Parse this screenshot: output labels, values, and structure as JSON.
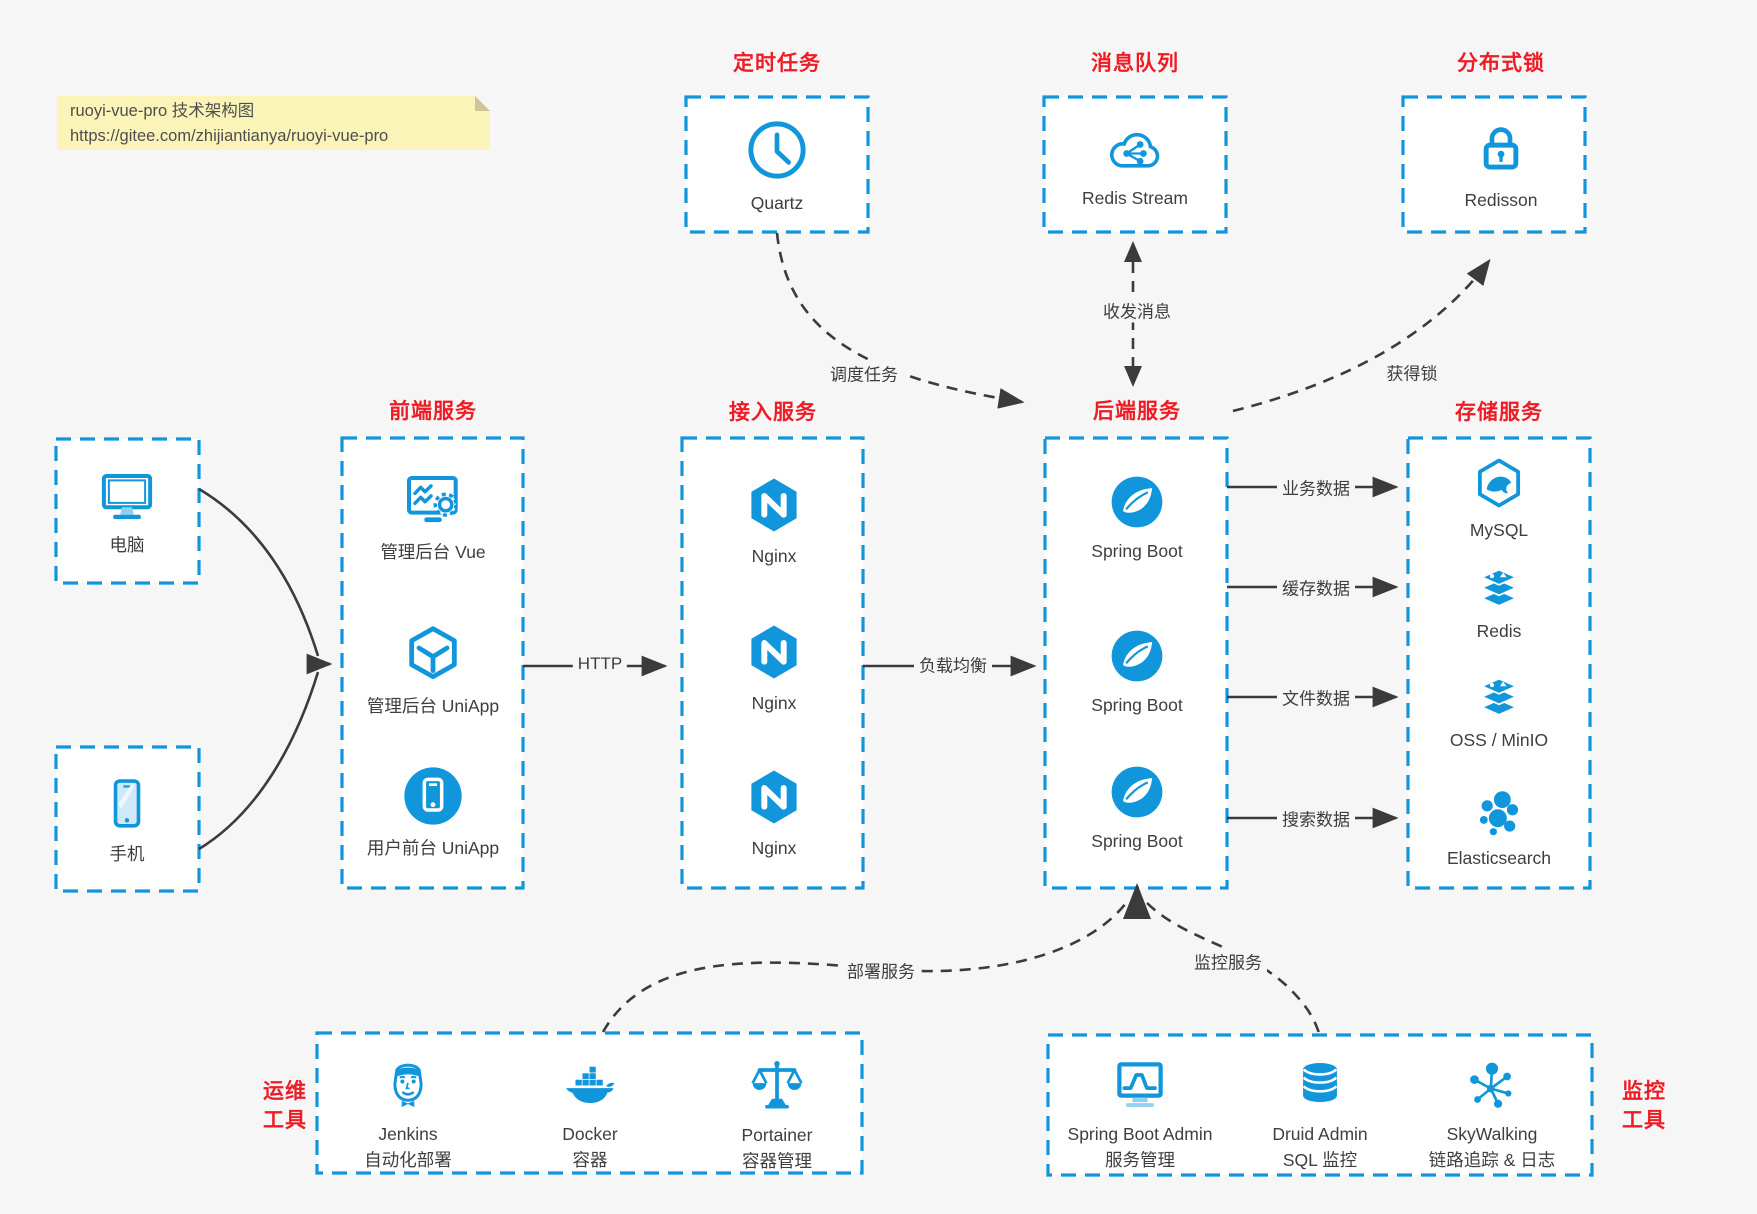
{
  "note": {
    "line1": "ruoyi-vue-pro 技术架构图",
    "line2": "https://gitee.com/zhijiantianya/ruoyi-vue-pro"
  },
  "colors": {
    "accent_blue": "#1296db",
    "title_red": "#ee1c24",
    "wire_dark": "#3b3b3b",
    "page_bg": "#f6f6f7",
    "note_bg": "#fbf4b9"
  },
  "top_groups": [
    {
      "title": "定时任务",
      "label": "Quartz",
      "icon": "clock-icon"
    },
    {
      "title": "消息队列",
      "label": "Redis Stream",
      "icon": "cloud-share-icon"
    },
    {
      "title": "分布式锁",
      "label": "Redisson",
      "icon": "lock-icon"
    }
  ],
  "clients": [
    {
      "label": "电脑",
      "icon": "desktop-icon"
    },
    {
      "label": "手机",
      "icon": "mobile-icon"
    }
  ],
  "columns": [
    {
      "title": "前端服务",
      "items": [
        {
          "label": "管理后台 Vue",
          "icon": "admin-vue-icon"
        },
        {
          "label": "管理后台 UniApp",
          "icon": "uniapp-cube-icon"
        },
        {
          "label": "用户前台 UniApp",
          "icon": "user-app-icon"
        }
      ]
    },
    {
      "title": "接入服务",
      "items": [
        {
          "label": "Nginx",
          "icon": "nginx-icon"
        },
        {
          "label": "Nginx",
          "icon": "nginx-icon"
        },
        {
          "label": "Nginx",
          "icon": "nginx-icon"
        }
      ]
    },
    {
      "title": "后端服务",
      "items": [
        {
          "label": "Spring Boot",
          "icon": "spring-icon"
        },
        {
          "label": "Spring Boot",
          "icon": "spring-icon"
        },
        {
          "label": "Spring Boot",
          "icon": "spring-icon"
        }
      ]
    },
    {
      "title": "存储服务",
      "items": [
        {
          "label": "MySQL",
          "icon": "mysql-icon"
        },
        {
          "label": "Redis",
          "icon": "redis-stack-icon"
        },
        {
          "label": "OSS / MinIO",
          "icon": "storage-stack-icon"
        },
        {
          "label": "Elasticsearch",
          "icon": "elasticsearch-icon"
        }
      ]
    }
  ],
  "edges": {
    "http": "HTTP",
    "load_balance": "负载均衡",
    "schedule_task": "调度任务",
    "message": "收发消息",
    "acquire_lock": "获得锁",
    "business_data": "业务数据",
    "cache_data": "缓存数据",
    "file_data": "文件数据",
    "search_data": "搜索数据",
    "deploy": "部署服务",
    "monitor": "监控服务"
  },
  "bottom_groups": [
    {
      "side_label": "运维工具",
      "items": [
        {
          "label": "Jenkins",
          "sub": "自动化部署",
          "icon": "jenkins-icon"
        },
        {
          "label": "Docker",
          "sub": "容器",
          "icon": "docker-icon"
        },
        {
          "label": "Portainer",
          "sub": "容器管理",
          "icon": "portainer-icon"
        }
      ]
    },
    {
      "side_label": "监控工具",
      "items": [
        {
          "label": "Spring Boot Admin",
          "sub": "服务管理",
          "icon": "monitor-chart-icon"
        },
        {
          "label": "Druid Admin",
          "sub": "SQL 监控",
          "icon": "database-icon"
        },
        {
          "label": "SkyWalking",
          "sub": "链路追踪 & 日志",
          "icon": "node-graph-icon"
        }
      ]
    }
  ]
}
